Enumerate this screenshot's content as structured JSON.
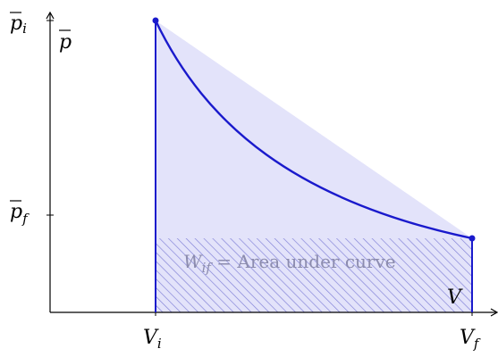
{
  "diagram": {
    "axes": {
      "y_axis_label": "p",
      "x_axis_label": "V",
      "y_ticks": [
        {
          "symbol": "p",
          "subscript": "i"
        },
        {
          "symbol": "p",
          "subscript": "f"
        }
      ],
      "x_ticks": [
        {
          "symbol": "V",
          "subscript": "i"
        },
        {
          "symbol": "V",
          "subscript": "f"
        }
      ]
    },
    "annotation": {
      "symbol": "W",
      "subscript": "if",
      "text": " = Area under curve"
    },
    "colors": {
      "curve": "#1a1acc",
      "fill": "#e3e3fa",
      "hatch": "#7f7fd6",
      "axis": "#000000",
      "annotation_text": "#8c8cae"
    }
  }
}
